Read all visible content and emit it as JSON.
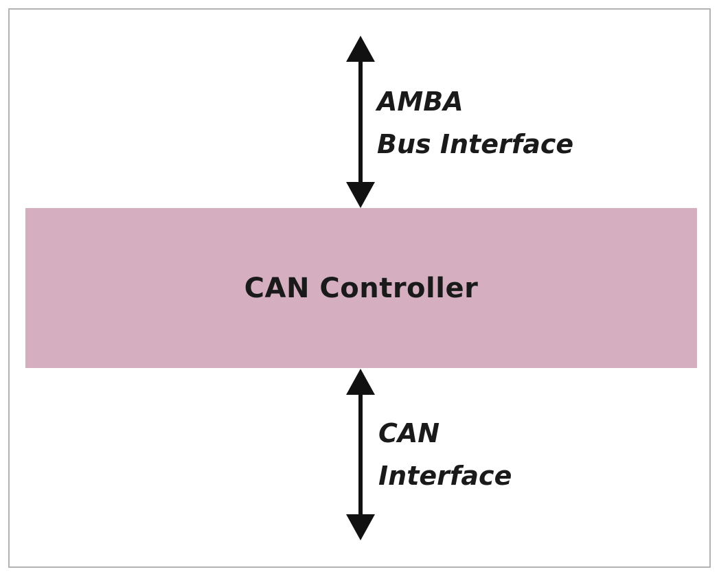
{
  "colors": {
    "frame_border": "#b3b3b3",
    "controller_fill": "#d5afc0",
    "arrow": "#111111",
    "text": "#1a1a1a"
  },
  "diagram": {
    "controller": {
      "label": "CAN Controller"
    },
    "top_interface": {
      "line1": "AMBA",
      "line2": "Bus Interface",
      "arrow_icon": "double-headed-vertical-arrow"
    },
    "bottom_interface": {
      "line1": "CAN",
      "line2": "Interface",
      "arrow_icon": "double-headed-vertical-arrow"
    }
  }
}
